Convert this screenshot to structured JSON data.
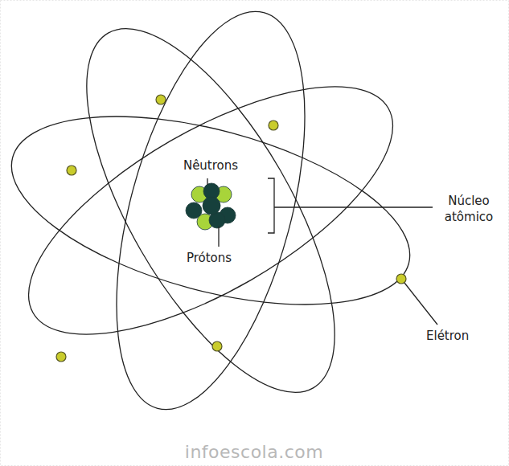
{
  "diagram": {
    "labels": [
      "Nêutrons",
      "Prótons",
      "Núcleo atômico",
      "Elétron",
      "infoescola.com"
    ]
  }
}
